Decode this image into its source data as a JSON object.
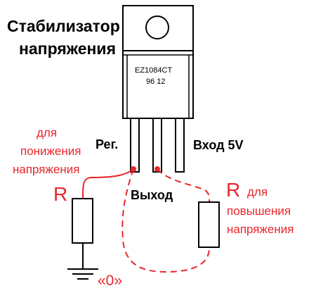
{
  "title_line1": "Стабилизатор",
  "title_line2": "напряжения",
  "chip_marking_line1": "EZ1084CT",
  "chip_marking_line2": "96 12",
  "pin_labels": {
    "adj": "Рег.",
    "output": "Выход",
    "input": "Вход 5V"
  },
  "left_note": [
    "для",
    "понижения",
    "напряжения"
  ],
  "right_note": [
    "для",
    "повышения",
    "напряжения"
  ],
  "resistor_symbol": "R",
  "ground_label": "«0»",
  "colors": {
    "ink": "#000000",
    "accent": "#e8262b"
  }
}
